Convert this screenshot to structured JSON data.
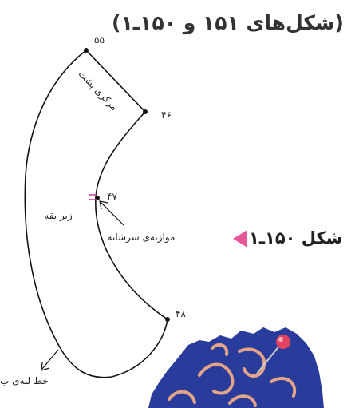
{
  "header": {
    "title": "(شکل‌های ۱۵۱ و ۱۵۰ـ۱)"
  },
  "diagram": {
    "points": {
      "p55": "۵۵",
      "p46": "۴۶",
      "p47": "۴۷",
      "p48": "۴۸"
    },
    "labels": {
      "center_back": "مرکزی پشت",
      "under_collar": "زیر یقه",
      "shoulder_balance": "موازنه‌ی سرشانه",
      "edge_line": "خط لبه‌ی ب"
    },
    "colors": {
      "outline": "#111111",
      "notch": "#c0378a",
      "marker": "#e7559b",
      "fabric_blue": "#2a3c9b",
      "fabric_pattern": "#e3a487",
      "pin_head": "#e0435f"
    }
  },
  "figure": {
    "caption": "شکل ۱۵۰ـ۱"
  }
}
